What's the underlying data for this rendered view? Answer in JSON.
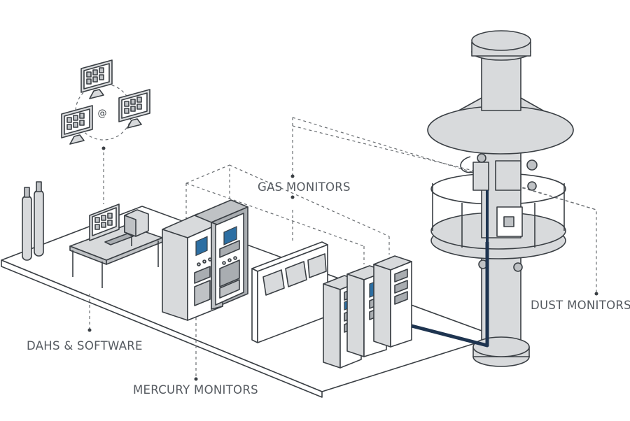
{
  "labels": {
    "gas_monitors": "GAS MONITORS",
    "dust_monitors": "DUST MONITORS",
    "dahs_software": "DAHS & SOFTWARE",
    "mercury_monitors": "MERCURY MONITORS"
  },
  "network_symbol": "@",
  "colors": {
    "line": "#3a3f44",
    "equipment_gray": "#d8dadc",
    "screen_blue": "#2d6fa3",
    "pipe": "#1e3450",
    "label_text": "#555a60"
  }
}
